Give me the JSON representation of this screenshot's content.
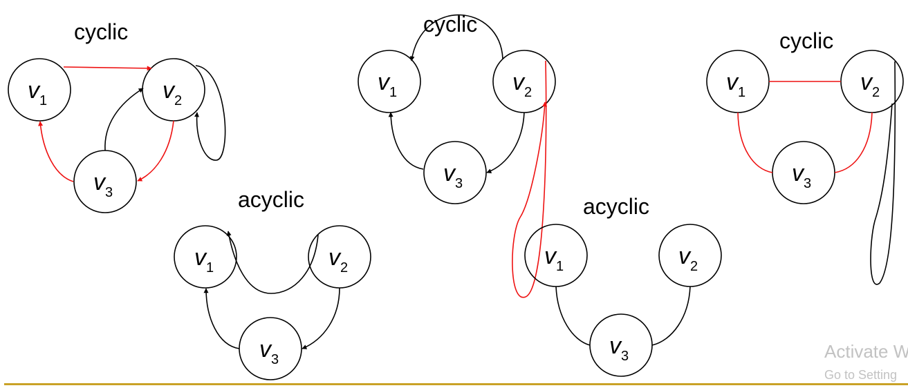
{
  "colors": {
    "highlight": "#ee1111",
    "edge": "#000000",
    "rule": "#c9a227",
    "watermark": "#c2c2c2"
  },
  "graphs": [
    {
      "caption": "cyclic",
      "vertices": [
        {
          "name": "v",
          "sub": "1"
        },
        {
          "name": "v",
          "sub": "2"
        },
        {
          "name": "v",
          "sub": "3"
        }
      ]
    },
    {
      "caption": "acyclic",
      "vertices": [
        {
          "name": "v",
          "sub": "1"
        },
        {
          "name": "v",
          "sub": "2"
        },
        {
          "name": "v",
          "sub": "3"
        }
      ]
    },
    {
      "caption": "cyclic",
      "vertices": [
        {
          "name": "v",
          "sub": "1"
        },
        {
          "name": "v",
          "sub": "2"
        },
        {
          "name": "v",
          "sub": "3"
        }
      ]
    },
    {
      "caption": "acyclic",
      "vertices": [
        {
          "name": "v",
          "sub": "1"
        },
        {
          "name": "v",
          "sub": "2"
        },
        {
          "name": "v",
          "sub": "3"
        }
      ]
    },
    {
      "caption": "cyclic",
      "vertices": [
        {
          "name": "v",
          "sub": "1"
        },
        {
          "name": "v",
          "sub": "2"
        },
        {
          "name": "v",
          "sub": "3"
        }
      ]
    }
  ],
  "watermark": {
    "line1": "Activate W",
    "line2": "Go to Setting"
  }
}
